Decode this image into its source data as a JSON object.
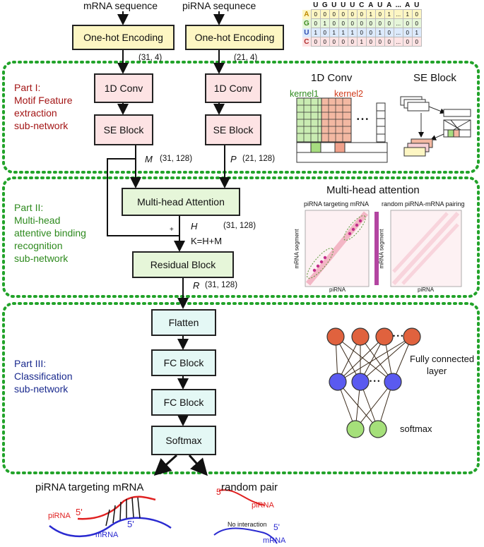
{
  "inputs": {
    "mrna": "mRNA sequence",
    "pirna": "piRNA sequnece"
  },
  "encoding": {
    "mrna_box": "One-hot Encoding",
    "pirna_box": "One-hot Encoding",
    "mrna_dim": "(31, 4)",
    "pirna_dim": "(21, 4)"
  },
  "part1": {
    "title_lines": [
      "Part I:",
      "Motif Feature",
      "extraction",
      "sub-network"
    ],
    "conv_m": "1D Conv",
    "conv_p": "1D Conv",
    "se_m": "SE Block",
    "se_p": "SE Block",
    "var_m": "M",
    "dim_m": "(31, 128)",
    "var_p": "P",
    "dim_p": "(21, 128)",
    "illus_conv_title": "1D Conv",
    "illus_se_title": "SE Block",
    "kernel1": "kernel1",
    "kernel2": "kernel2",
    "ellipsis": "• • •"
  },
  "part2": {
    "title_lines": [
      "Part II:",
      "Multi-head",
      "attentive binding",
      "recognition",
      "sub-network"
    ],
    "mha_box": "Multi-head Attention",
    "var_h": "H",
    "dim_h": "(31, 128)",
    "plus": "+",
    "formula": "K=H+M",
    "res_box": "Residual Block",
    "var_r": "R",
    "dim_r": "(31, 128)",
    "illus_title": "Multi-head attention",
    "heat1_title": "piRNA targeting mRNA",
    "heat2_title": "random piRNA-mRNA pairing",
    "y_axis": "mRNA segment",
    "x_axis": "piRNA"
  },
  "part3": {
    "title_lines": [
      "Part III:",
      "Classification",
      "sub-network"
    ],
    "flatten": "Flatten",
    "fc1": "FC Block",
    "fc2": "FC Block",
    "softmax_box": "Softmax",
    "fc_label_lines": [
      "Fully connected",
      "layer"
    ],
    "softmax_label": "softmax",
    "dots": "• • •"
  },
  "outcome": {
    "left_title": "piRNA targeting mRNA",
    "right_title": "random pair",
    "pirna": "piRNA",
    "mrna": "mRNA",
    "five_prime": "5'",
    "no_interaction": "No interaction"
  },
  "onehot": {
    "col_headers": [
      "U",
      "G",
      "U",
      "U",
      "U",
      "C",
      "A",
      "U",
      "A",
      "...",
      "A",
      "U"
    ],
    "rows": [
      {
        "base": "A",
        "cells": [
          "0",
          "0",
          "0",
          "0",
          "0",
          "0",
          "1",
          "0",
          "1",
          "...",
          "1",
          "0"
        ]
      },
      {
        "base": "G",
        "cells": [
          "0",
          "1",
          "0",
          "0",
          "0",
          "0",
          "0",
          "0",
          "0",
          "...",
          "0",
          "0"
        ]
      },
      {
        "base": "U",
        "cells": [
          "1",
          "0",
          "1",
          "1",
          "1",
          "0",
          "0",
          "1",
          "0",
          "...",
          "0",
          "1"
        ]
      },
      {
        "base": "C",
        "cells": [
          "0",
          "0",
          "0",
          "0",
          "0",
          "1",
          "0",
          "0",
          "0",
          "...",
          "0",
          "0"
        ]
      }
    ]
  },
  "colors": {
    "dotted_border": "#22a32a",
    "part1_title": "#a31515",
    "part2_title": "#2e8a1e",
    "part3_title": "#1a2a8e",
    "red_node": "#e0623e",
    "blue_node": "#5a5af0",
    "green_node": "#a5e07a",
    "pirna_line": "#e02020",
    "mrna_line": "#2a2ad0",
    "heatmap_accent": "#a0178a"
  }
}
